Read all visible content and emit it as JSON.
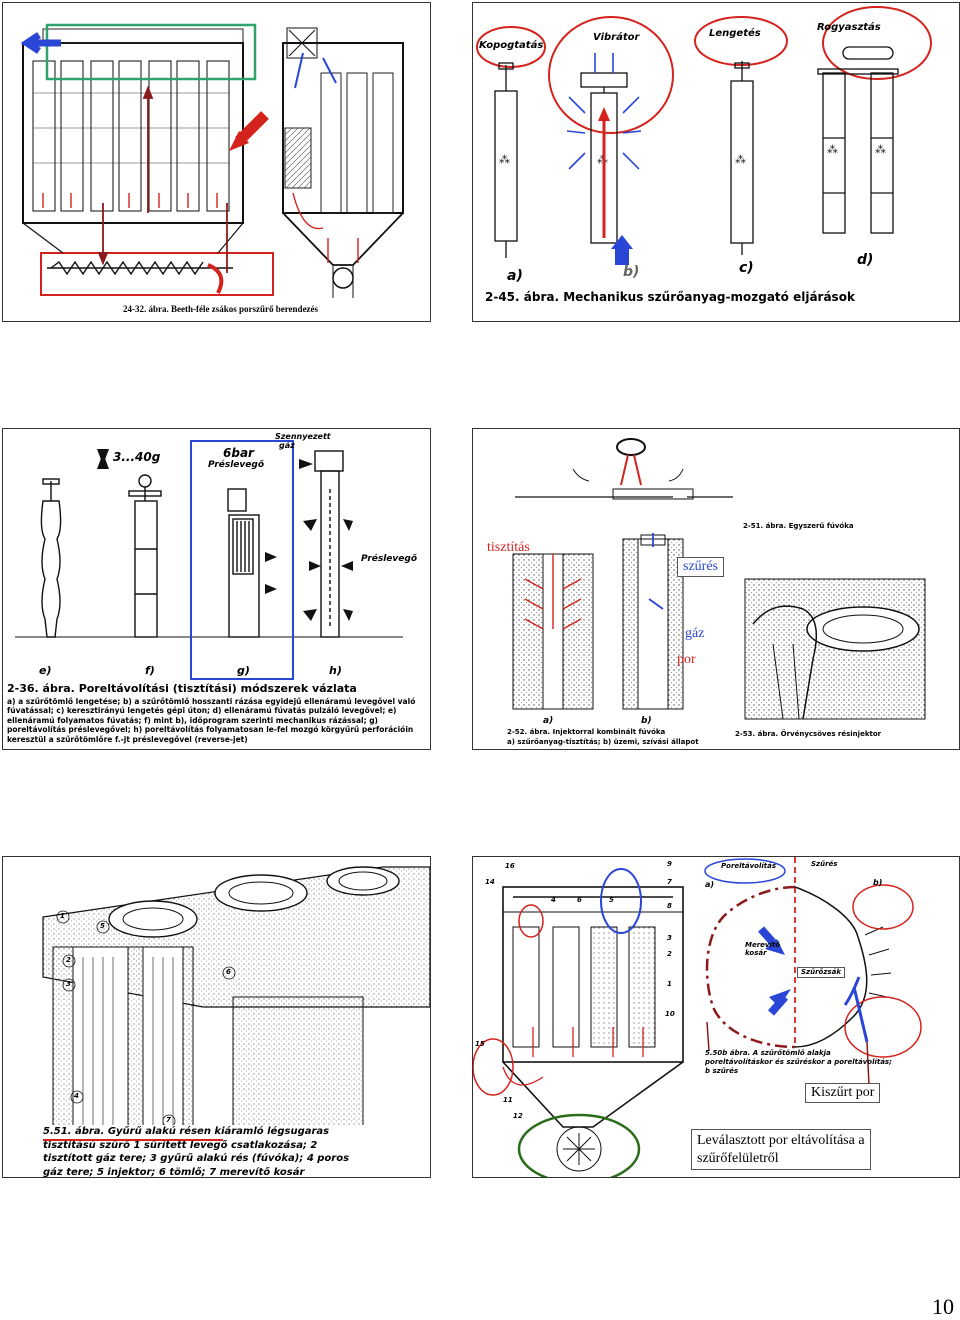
{
  "page_number": "10",
  "panel1": {
    "caption": "24-32. ábra. Beeth-féle zsákos porszűrő berendezés"
  },
  "panel2": {
    "caption": "2-45. ábra. Mechanikus szűrőanyag-mozgató eljárások",
    "labels": [
      "Kopogtatás",
      "Vibrátor",
      "Lengetés",
      "Rogyasztás"
    ],
    "letters": [
      "a)",
      "b)",
      "c)",
      "d)"
    ]
  },
  "panel3": {
    "top_label_1": "Szennyezett",
    "top_label_2": "gáz",
    "weight_label": "3...40g",
    "pressure_label": "6bar",
    "press_air_label": "Préslevegő",
    "press_air_label_2": "Préslevegő",
    "letters": [
      "e)",
      "f)",
      "g)",
      "h)"
    ],
    "caption_title": "2-36. ábra. Poreltávolítási (tisztítási) módszerek vázlata",
    "caption_body": "a) a szűrőtömlő lengetése; b) a szűrőtömlő hosszanti rázása egyidejű ellenáramú levegővel való fúvatással; c) keresztirányú lengetés gépi úton; d) ellenáramú fúvatás pulzáló levegővel; e) ellenáramú folyamatos fúvatás; f) mint b), időprogram szerinti mechanikus rázással; g) poreltávolítás préslevegővel; h) poreltávolítás folyamatosan le-fel mozgó körgyűrű perforációin keresztül a szűrőtömlőre f.-jt préslevegővel (reverse-jet)"
  },
  "panel4": {
    "label_tisztitas": "tisztítás",
    "label_szures": "szűrés",
    "label_gaz": "gáz",
    "label_por": "por",
    "caption_right_top": "2-51. ábra. Egyszerű fúvóka",
    "sub_a": "a)",
    "sub_b": "b)",
    "caption_left": "2-52. ábra. Injektorral kombinált fúvóka",
    "caption_left_2": "a) szűrőanyag-tisztítás; b) üzemi, szívási állapot",
    "caption_right": "2-53. ábra. Örvénycsöves résinjektor"
  },
  "panel5": {
    "numbers": [
      "1",
      "2",
      "3",
      "4",
      "5",
      "6",
      "7"
    ],
    "caption": "5.51. ábra. Gyűrű alakú résen kiáramló légsugaras tisztítású szűrő 1 sűrített levegő csatlakozása; 2 tisztított gáz tere; 3 gyűrű alakú rés (fúvóka); 4 poros gáz tere; 5 injektor; 6 tömlő; 7 merevítő kosár"
  },
  "panel6": {
    "numbers": [
      "16",
      "14",
      "4",
      "6",
      "5",
      "9",
      "7",
      "8",
      "3",
      "2",
      "1",
      "10",
      "15",
      "11",
      "12"
    ],
    "label_poreltavolitas": "Poreltávolítás",
    "label_szures": "Szűrés",
    "sub_a": "a)",
    "sub_b": "b)",
    "label_merevito": "Merevítő kosár",
    "label_szurozsak": "Szűrőzsák",
    "figure_caption": "5.50b ábra. A szűrőtömlő alakja poreltávolításkor és szűréskor a poreltávolítás; b szűrés",
    "note_kiszurt": "Kiszűrt por",
    "note_levalasztott_1": "Leválasztott por eltávolítása a",
    "note_levalasztott_2": "szűrőfelületről"
  },
  "colors": {
    "red": "#d4221c",
    "blue": "#2a46d6",
    "green": "#2ea36b",
    "dark_green": "#2b6b1a",
    "dark_red": "#8b1a1a",
    "navy": "#1f2e8c"
  }
}
